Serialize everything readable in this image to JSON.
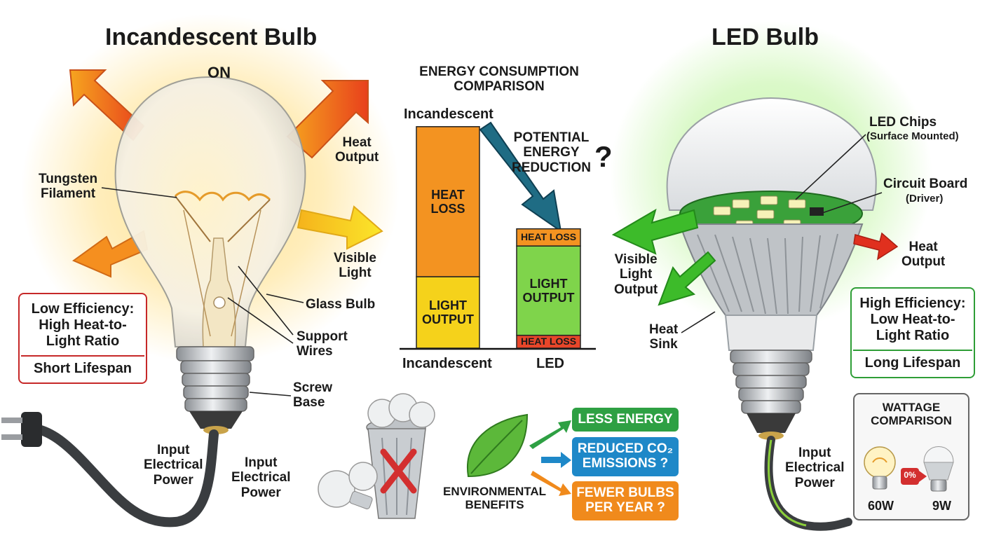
{
  "left": {
    "title": "Incandescent Bulb",
    "state": "ON",
    "labels": {
      "filament": "Tungsten\nFilament",
      "heat": "Heat\nOutput",
      "visible": "Visible\nLight",
      "glass": "Glass Bulb",
      "wires": "Support\nWires",
      "base": "Screw\nBase",
      "input_a": "Input\nElectrical\nPower",
      "input_b": "Input\nElectrical\nPower"
    },
    "callout": {
      "line1": "Low Efficiency:\nHigh Heat-to-\nLight Ratio",
      "line2": "Short Lifespan",
      "color": "#c62828"
    }
  },
  "right": {
    "title": "LED Bulb",
    "labels": {
      "chips": "LED Chips",
      "chips_sub": "(Surface Mounted)",
      "board": "Circuit Board",
      "board_sub": "(Driver)",
      "heat": "Heat\nOutput",
      "visible": "Visible\nLight\nOutput",
      "sink": "Heat\nSink",
      "input": "Input\nElectrical\nPower"
    },
    "callout": {
      "line1": "High Efficiency:\nLow Heat-to-\nLight Ratio",
      "line2": "Long Lifespan",
      "color": "#2e9e36"
    },
    "wattage": {
      "title": "WATTAGE\nCOMPARISON",
      "left": "60W",
      "right": "9W",
      "badge": "0%"
    }
  },
  "chart": {
    "title": "ENERGY CONSUMPTION\nCOMPARISON",
    "top_label": "Incandescent",
    "reduction": "POTENTIAL\nENERGY\nREDUCTION",
    "question": "?",
    "x_labels": [
      "Incandescent",
      "LED"
    ]
  },
  "chart_data": {
    "type": "bar",
    "categories": [
      "Incandescent",
      "LED"
    ],
    "series": [
      {
        "name": "LIGHT OUTPUT",
        "values": [
          10,
          10
        ],
        "segment_labels": [
          "LIGHT\nOUTPUT",
          "LIGHT\nOUTPUT"
        ],
        "color": "#f5d21b"
      },
      {
        "name": "HEAT LOSS",
        "values": [
          21,
          2.4
        ],
        "segment_labels": [
          "HEAT\nLOSS",
          "HEAT LOSS"
        ],
        "color": "#f39321"
      }
    ],
    "led_bottom_heat_loss": {
      "value": 0.6,
      "label": "HEAT LOSS"
    },
    "led_light_color": "#7fd44b",
    "heat_color": "#e8462a"
  },
  "env": {
    "label": "ENVIRONMENTAL\nBENEFITS",
    "items": [
      {
        "text": "LESS ENERGY",
        "color": "#2ea043"
      },
      {
        "text": "REDUCED CO₂\nEMISSIONS ?",
        "color": "#1e88c8"
      },
      {
        "text": "FEWER BULBS\nPER YEAR ?",
        "color": "#f08a1c"
      }
    ]
  },
  "colors": {
    "incandescent_glow": "#ffd86b",
    "led_glow": "#a6f07a",
    "arrow_heat": "#f36a1c",
    "arrow_light": "#f7c51a",
    "arrow_green": "#3dbb2a",
    "arrow_red": "#e0301e"
  }
}
